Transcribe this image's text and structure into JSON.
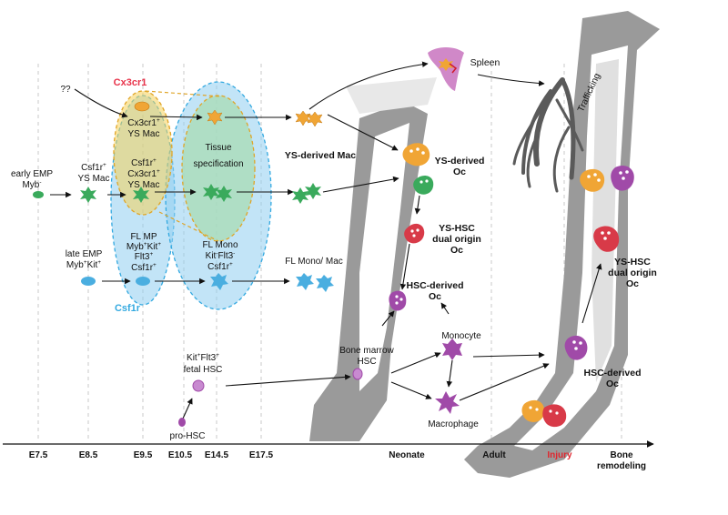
{
  "timeline": {
    "ticks": [
      "E7.5",
      "E8.5",
      "E9.5",
      "E10.5",
      "E14.5",
      "E17.5",
      "Neonate",
      "Adult",
      "Injury",
      "Bone",
      "remodeling"
    ],
    "colors": {
      "injury": "#e0262e",
      "default": "#111111"
    }
  },
  "markers": {
    "cx3cr1": "Cx3cr1",
    "csf1r": "Csf1r",
    "colors": {
      "cx3cr1": "#e8334a",
      "csf1r": "#33a9e0",
      "yellow_zone": "#f5d25a",
      "blue_zone": "#8fcdf0",
      "green_zone": "#a8dcb4"
    }
  },
  "early": {
    "qq": "??",
    "cx3cr1_plus": "Cx3cr1",
    "ys_mac": "YS Mac",
    "early_emp": "early EMP",
    "myb_minus": "Myb",
    "csf1r_plus": "Csf1r",
    "ys_mac2": "YS Mac",
    "csf1r_plus2": "Csf1r",
    "cx3cr1_plus2": "Cx3cr1",
    "ys_mac3": "YS Mac",
    "tissue": "Tissue",
    "specification": "specification",
    "late_emp": "late EMP",
    "mybkit": "Myb",
    "kit": "Kit",
    "fl_mp": "FL MP",
    "fl_mp_l2a": "Myb",
    "fl_mp_l2b": "Kit",
    "flt3": "Flt3",
    "csf1r3": "Csf1r",
    "fl_mono": "FL Mono",
    "kit2": "Kit",
    "flt3b": "Flt3",
    "csf1r4": "Csf1r",
    "fl_mono_mac": "FL Mono/ Mac",
    "kit_flt3": "Kit",
    "flt3c": "Flt3",
    "fetal_hsc": "fetal HSC",
    "pro_hsc": "pro-HSC"
  },
  "sups": {
    "plus": "+",
    "minus": "-"
  },
  "middle": {
    "spleen": "Spleen",
    "ys_derived_mac": "YS-derived Mac",
    "ys_derived": "YS-derived",
    "oc": "Oc",
    "yshsc": "YS-HSC",
    "dual_origin": "dual origin",
    "oc2": "Oc",
    "hsc_derived": "HSC-derived",
    "oc3": "Oc",
    "bone_marrow": "Bone marrow",
    "hsc": "HSC",
    "monocyte": "Monocyte",
    "macrophage": "Macrophage"
  },
  "right": {
    "trafficking": "Trafficking",
    "yshsc": "YS-HSC",
    "dual_origin": "dual origin",
    "oc": "Oc",
    "hsc_derived": "HSC-derived",
    "oc2": "Oc"
  },
  "cell_colors": {
    "green": "#3aaa5c",
    "orange": "#f0a535",
    "blue": "#4aaee0",
    "purple": "#a04aa8",
    "red": "#d83a48",
    "bone": "#999999",
    "spleen": "#d088c8"
  }
}
